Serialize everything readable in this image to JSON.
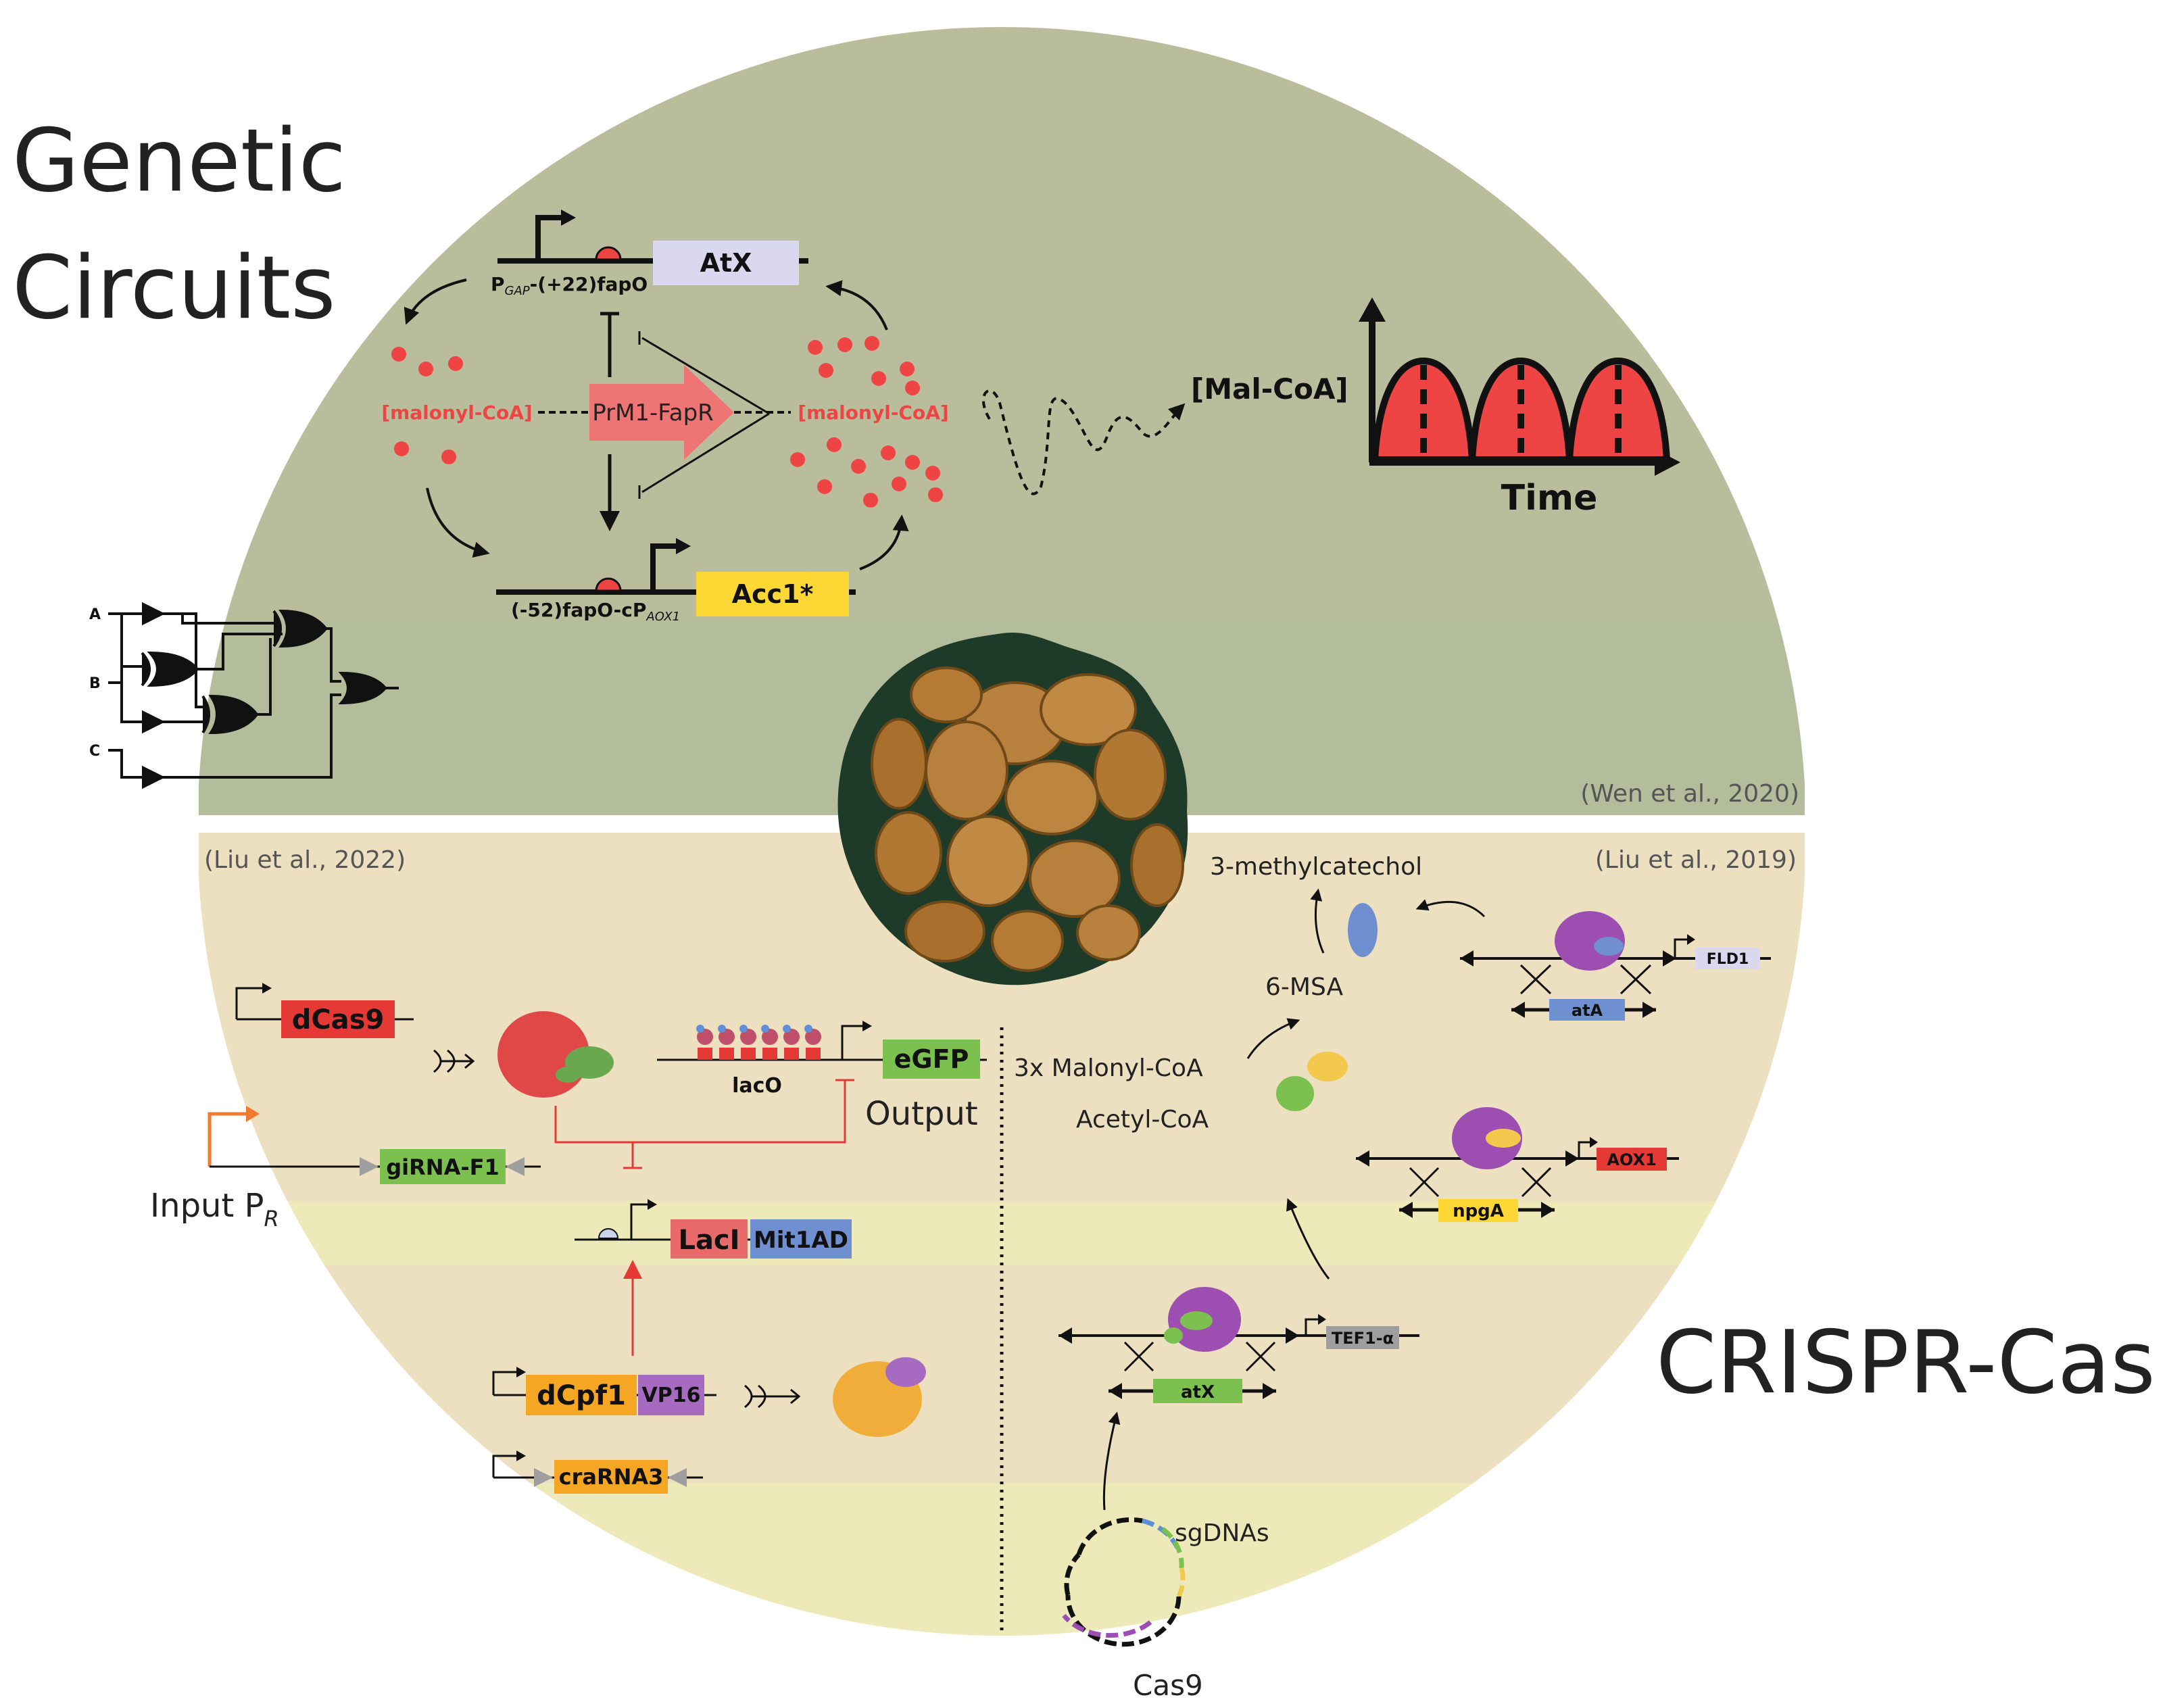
{
  "titles": {
    "genetic_circuits_line1": "Genetic",
    "genetic_circuits_line2": "Circuits",
    "crispr_cas": "CRISPR-Cas"
  },
  "citations": {
    "top_right": "(Wen et al., 2020)",
    "bottom_left": "(Liu et al., 2022)",
    "bottom_right": "(Liu et al., 2019)"
  },
  "logic_circuit": {
    "inputs": [
      "A",
      "B",
      "C"
    ]
  },
  "malonyl_circuit": {
    "promoter_top_main": "P",
    "promoter_top_sub": "GAP",
    "promoter_top_rest": "-(+22)fapO",
    "gene_top": "AtX",
    "promoter_bottom_main": "(-52)fapO-cP",
    "promoter_bottom_sub": "AOX1",
    "gene_bottom": "Acc1*",
    "metabolite_left": "[malonyl-CoA]",
    "metabolite_right": "[malonyl-CoA]",
    "regulator": "PrM1-FapR"
  },
  "oscillation": {
    "label": "[Mal-CoA]",
    "x_axis": "Time"
  },
  "liu2022": {
    "gene_dcas9": "dCas9",
    "gene_girna": "giRNA-F1",
    "input_label_main": "Input P",
    "input_label_sub": "R",
    "operator": "lacO",
    "reporter": "eGFP",
    "output": "Output",
    "laci": "LacI",
    "mit1ad": "Mit1AD",
    "dcpf1": "dCpf1",
    "vp16": "VP16",
    "crarna": "craRNA3"
  },
  "liu2019": {
    "product": "3-methylcatechol",
    "msa": "6-MSA",
    "malonyl": "3x Malonyl-CoA",
    "acetyl": "Acetyl-CoA",
    "fld1": "FLD1",
    "ata": "atA",
    "aox1": "AOX1",
    "npga": "npgA",
    "tef1": "TEF1-α",
    "atx": "atX",
    "sgdnas": "sgDNAs",
    "cas9": "Cas9"
  },
  "colors": {
    "top_band": "#b9bd9b",
    "mid_band": "#b3bc9b",
    "bottom_band": "#ede0c1",
    "yellow_band": "#ede9b9",
    "red_accent": "#ef4444",
    "yellow_gene": "#fde047",
    "gfp_green": "#7cc050",
    "blue_gene": "#6f8fd1"
  }
}
